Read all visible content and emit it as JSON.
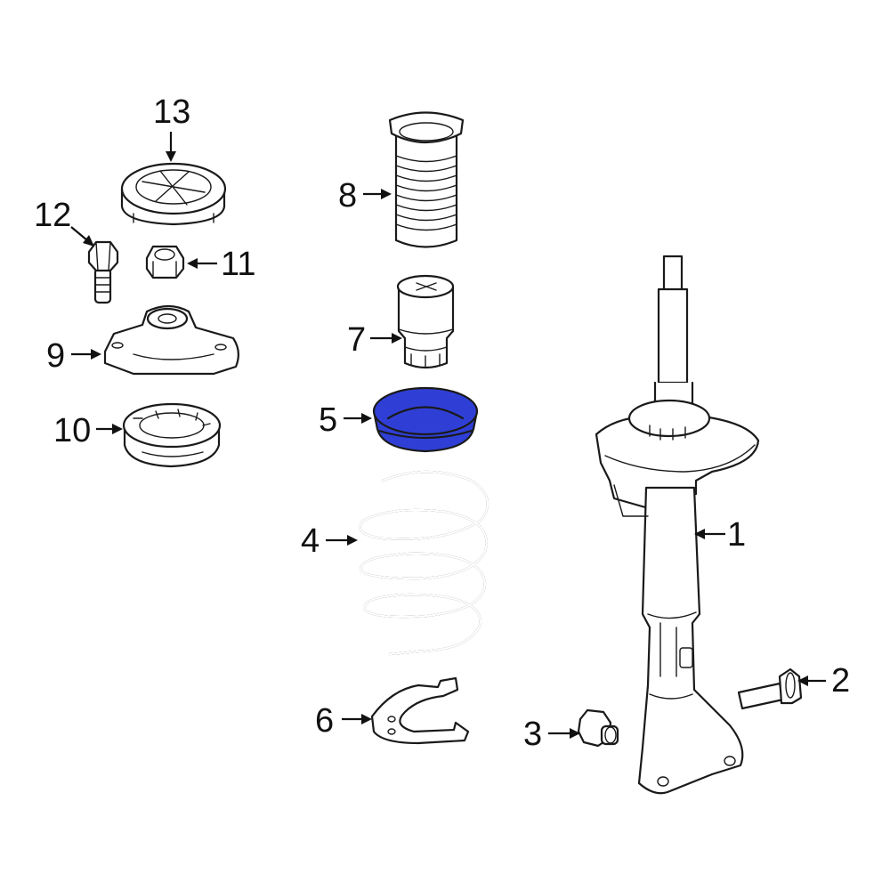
{
  "highlight_color": "#2f3fd6",
  "line_color": "#1a1a1a",
  "callouts": [
    {
      "id": "1",
      "label": "1"
    },
    {
      "id": "2",
      "label": "2"
    },
    {
      "id": "3",
      "label": "3"
    },
    {
      "id": "4",
      "label": "4"
    },
    {
      "id": "5",
      "label": "5",
      "highlighted": true
    },
    {
      "id": "6",
      "label": "6"
    },
    {
      "id": "7",
      "label": "7"
    },
    {
      "id": "8",
      "label": "8"
    },
    {
      "id": "9",
      "label": "9"
    },
    {
      "id": "10",
      "label": "10"
    },
    {
      "id": "11",
      "label": "11"
    },
    {
      "id": "12",
      "label": "12"
    },
    {
      "id": "13",
      "label": "13"
    }
  ]
}
